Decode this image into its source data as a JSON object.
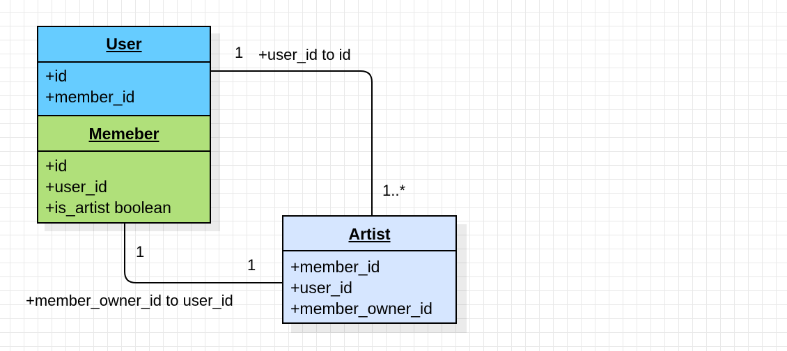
{
  "colors": {
    "user_fill": "#66ccff",
    "member_fill": "#b0e07a",
    "artist_fill": "#d6e6ff"
  },
  "user": {
    "name": "User",
    "attrs": [
      "+id",
      "+member_id"
    ]
  },
  "member": {
    "name": "Memeber",
    "attrs": [
      "+id",
      "+user_id",
      "+is_artist boolean"
    ]
  },
  "artist": {
    "name": "Artist",
    "attrs": [
      "+member_id",
      "+user_id",
      "+member_owner_id"
    ]
  },
  "relations": {
    "user_artist": {
      "label": "+user_id to id",
      "source_mult": "1",
      "target_mult": "1..*"
    },
    "member_artist": {
      "label": "+member_owner_id to user_id",
      "source_mult": "1",
      "target_mult": "1"
    }
  }
}
